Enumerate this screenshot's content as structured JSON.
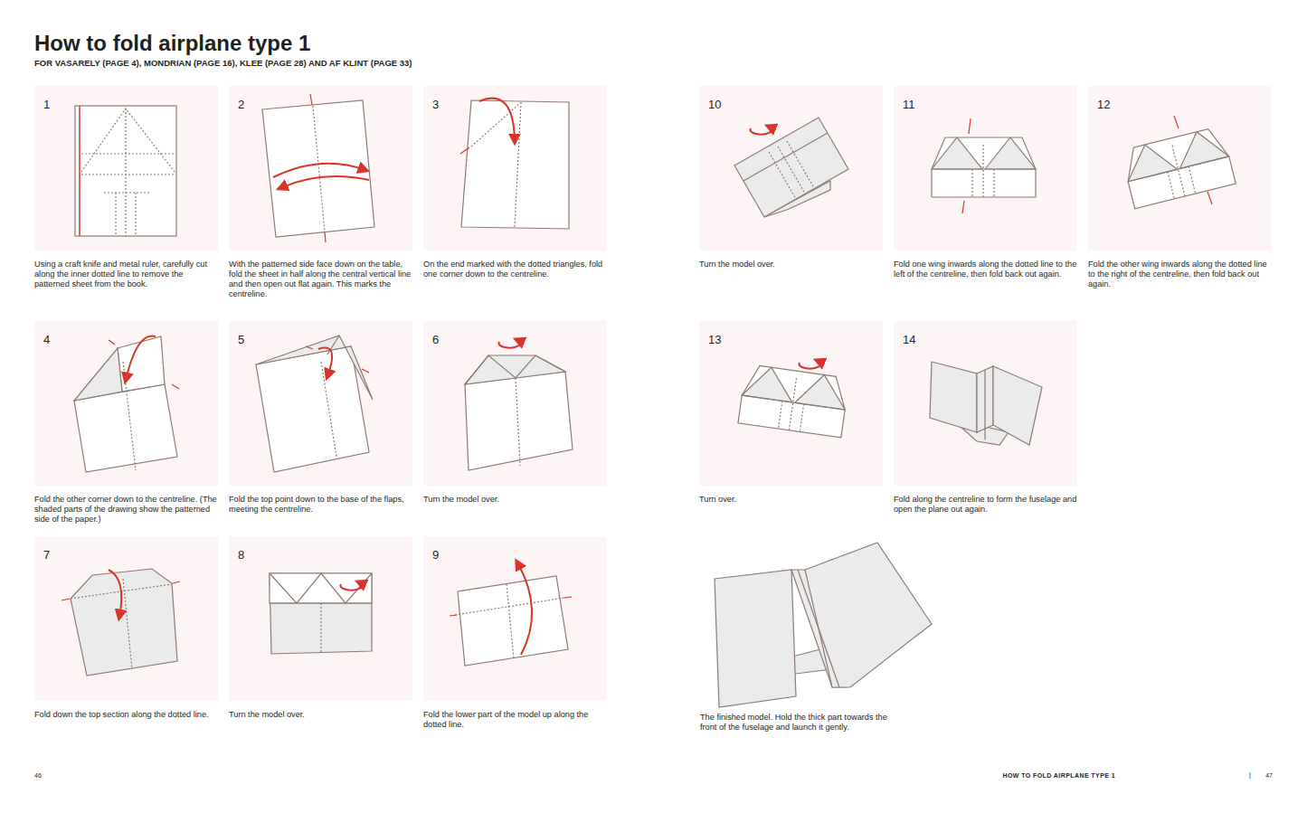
{
  "diagram": {
    "title": "How to fold airplane type 1",
    "nodes": [
      {
        "text": [
          "1",
          "Using a craft knife and metal ruler, carefully cut along the inner dotted line to remove the patterned sheet from the book."
        ]
      },
      {
        "text": [
          "2",
          "With the patterned side face down on the table, fold the sheet in half along the central vertical line and then open out flat again. This marks the centreline."
        ]
      },
      {
        "text": [
          "3",
          "On the end marked with the dotted triangles, fold one corner down to the centreline."
        ]
      },
      {
        "text": [
          "10",
          "Turn the model over."
        ]
      },
      {
        "text": [
          "11",
          "Fold one wing inwards along the dotted line to the left of the centreline, then fold back out again."
        ]
      },
      {
        "text": [
          "12",
          "Fold the other wing inwards along the dotted line to the right of the centreline, then fold back out again."
        ]
      },
      {
        "text": [
          "4",
          "Fold the other corner down to the centreline. (The shaded parts of the drawing show the patterned side of the paper.)"
        ]
      },
      {
        "text": [
          "5",
          "Fold the top point down to the base of the flaps, meeting the centreline."
        ]
      },
      {
        "text": [
          "6",
          "Turn the model over."
        ]
      },
      {
        "text": [
          "13",
          "Turn over."
        ]
      },
      {
        "text": [
          "14",
          "Fold along the centreline to form the fuselage and open the plane out again."
        ]
      },
      {
        "text": [
          "7",
          "Fold down the top section along the dotted line."
        ]
      },
      {
        "text": [
          "8",
          "Turn the model over."
        ]
      },
      {
        "text": [
          "9",
          "Fold the lower part of the model up along the dotted line."
        ]
      }
    ],
    "labels": [
      "FOR VASARELY (PAGE 4), MONDRIAN (PAGE 16), KLEE (PAGE 28) AND AF KLINT (PAGE 33)",
      "The finished model. Hold the thick part towards the front of the fuselage and launch it gently.",
      "46",
      "HOW TO FOLD AIRPLANE TYPE 1",
      "|",
      "47"
    ]
  }
}
